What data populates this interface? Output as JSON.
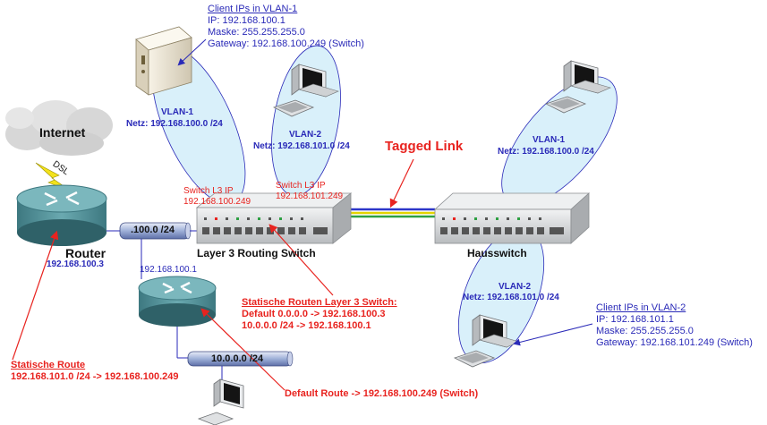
{
  "colors": {
    "label_blue": "#2a2ab8",
    "label_red": "#e8231f",
    "vlan_ellipse": "#b9e3f5",
    "device_gray": "#d8dadb",
    "router_teal": "#4f8f96",
    "link_yellow": "#e3d400",
    "link_green": "#2ea043",
    "link_blue": "#2d36c9",
    "network_pill": "#9fb0d8"
  },
  "internet_label": "Internet",
  "dsl_label": "DSL",
  "router": {
    "label": "Router",
    "ip": "192.168.100.3"
  },
  "server_info": {
    "title": "Client IPs in VLAN-1",
    "ip": "IP: 192.168.100.1",
    "mask": "Maske: 255.255.255.0",
    "gateway": "Gateway: 192.168.100.249 (Switch)"
  },
  "vlan_left_1": {
    "name": "VLAN-1",
    "net": "Netz: 192.168.100.0 /24"
  },
  "vlan_left_2": {
    "name": "VLAN-2",
    "net": "Netz: 192.168.101.0 /24"
  },
  "switch_ip_1": {
    "line1": "Switch L3 IP",
    "line2": "192.168.100.249"
  },
  "switch_ip_2": {
    "line1": "Switch L3 IP",
    "line2": "192.168.101.249"
  },
  "tagged_link": "Tagged Link",
  "l3_switch_label": "Layer 3 Routing Switch",
  "hausswitch_label": "Hausswitch",
  "vlan_right_1": {
    "name": "VLAN-1",
    "net": "Netz: 192.168.100.0 /24"
  },
  "vlan_right_2": {
    "name": "VLAN-2",
    "net": "Netz: 192.168.101.0 /24"
  },
  "pill_100": ".100.0 /24",
  "router2_ip": "192.168.100.1",
  "pill_10": "10.0.0.0 /24",
  "static_routes_l3": {
    "title": "Statische Routen Layer 3 Switch:",
    "line1": "Default 0.0.0.0  -> 192.168.100.3",
    "line2": "10.0.0.0 /24 -> 192.168.100.1"
  },
  "client2_info": {
    "title": "Client IPs in VLAN-2",
    "ip": "IP: 192.168.101.1",
    "mask": "Maske: 255.255.255.0",
    "gateway": "Gateway: 192.168.101.249 (Switch)"
  },
  "static_route_router": {
    "title": "Statische Route",
    "line1": "192.168.101.0 /24  -> 192.168.100.249"
  },
  "default_route": "Default Route -> 192.168.100.249 (Switch)"
}
